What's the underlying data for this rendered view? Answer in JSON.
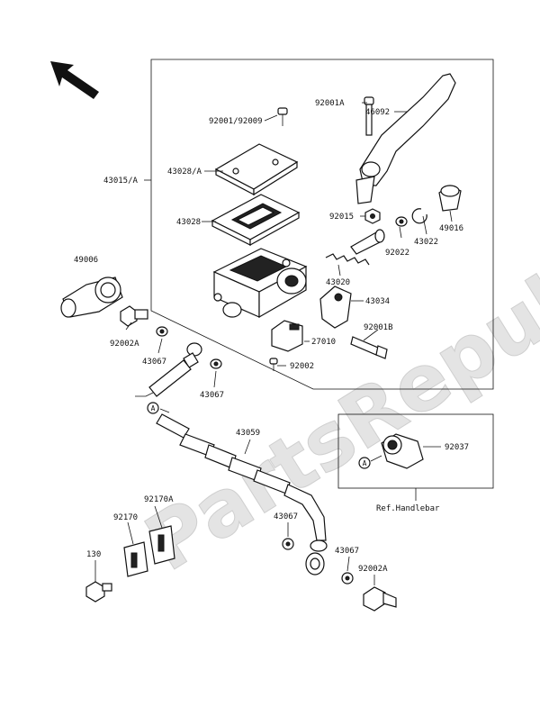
{
  "watermark": "PartsRepublik",
  "labels": {
    "l92001a": "92001A",
    "l46092": "46092",
    "l92001_92009": "92001/92009",
    "l43028a": "43028/A",
    "l43015a": "43015/A",
    "l43028": "43028",
    "l92015": "92015",
    "l92022": "92022",
    "l43022": "43022",
    "l49016": "49016",
    "l43020": "43020",
    "l43034": "43034",
    "l49006": "49006",
    "l92002a_top": "92002A",
    "l43067_a": "43067",
    "l43067_b": "43067",
    "l92001b": "92001B",
    "l27010": "27010",
    "l92002": "92002",
    "l43059": "43059",
    "l92037": "92037",
    "l_ref": "Ref.Handlebar",
    "l92170a": "92170A",
    "l92170": "92170",
    "l130": "130",
    "l43067_c": "43067",
    "l43067_d": "43067",
    "l92002a_bot": "92002A",
    "circle_a1": "A",
    "circle_a2": "A"
  }
}
